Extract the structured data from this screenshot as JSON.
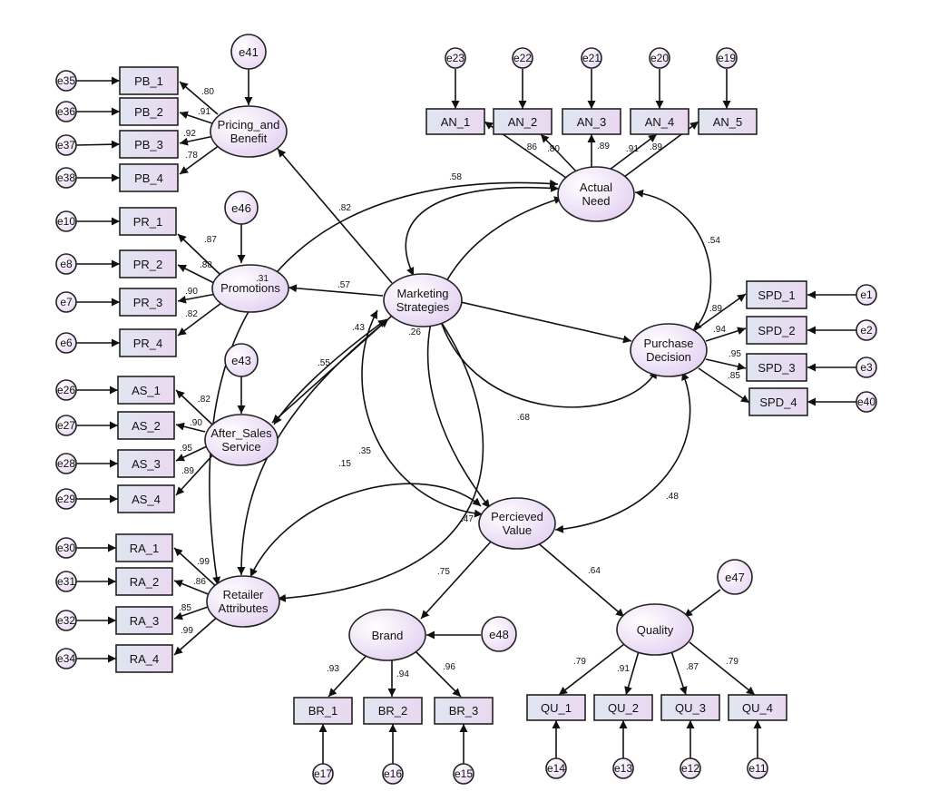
{
  "observed": {
    "PB_1": "PB_1",
    "PB_2": "PB_2",
    "PB_3": "PB_3",
    "PB_4": "PB_4",
    "PR_1": "PR_1",
    "PR_2": "PR_2",
    "PR_3": "PR_3",
    "PR_4": "PR_4",
    "AS_1": "AS_1",
    "AS_2": "AS_2",
    "AS_3": "AS_3",
    "AS_4": "AS_4",
    "RA_1": "RA_1",
    "RA_2": "RA_2",
    "RA_3": "RA_3",
    "RA_4": "RA_4",
    "AN_1": "AN_1",
    "AN_2": "AN_2",
    "AN_3": "AN_3",
    "AN_4": "AN_4",
    "AN_5": "AN_5",
    "SPD_1": "SPD_1",
    "SPD_2": "SPD_2",
    "SPD_3": "SPD_3",
    "SPD_4": "SPD_4",
    "BR_1": "BR_1",
    "BR_2": "BR_2",
    "BR_3": "BR_3",
    "QU_1": "QU_1",
    "QU_2": "QU_2",
    "QU_3": "QU_3",
    "QU_4": "QU_4"
  },
  "latent": {
    "pricing": [
      "Pricing_and",
      "Benefit"
    ],
    "promotions": [
      "Promotions"
    ],
    "aftersales": [
      "After_Sales",
      "Service"
    ],
    "retailer": [
      "Retailer",
      "Attributes"
    ],
    "marketing": [
      "Marketing",
      "Strategies"
    ],
    "actual": [
      "Actual",
      "Need"
    ],
    "purchase": [
      "Purchase",
      "Decision"
    ],
    "perceived": [
      "Percieved",
      "Value"
    ],
    "brand": [
      "Brand"
    ],
    "quality": [
      "Quality"
    ]
  },
  "errors": {
    "e35": "e35",
    "e36": "e36",
    "e37": "e37",
    "e38": "e38",
    "e10": "e10",
    "e8": "e8",
    "e7": "e7",
    "e6": "e6",
    "e26": "e26",
    "e27": "e27",
    "e28": "e28",
    "e29": "e29",
    "e30": "e30",
    "e31": "e31",
    "e32": "e32",
    "e34": "e34",
    "e23": "e23",
    "e22": "e22",
    "e21": "e21",
    "e20": "e20",
    "e19": "e19",
    "e1": "e1",
    "e2": "e2",
    "e3": "e3",
    "e40": "e40",
    "e17": "e17",
    "e16": "e16",
    "e15": "e15",
    "e14": "e14",
    "e13": "e13",
    "e12": "e12",
    "e11": "e11",
    "e41": "e41",
    "e46": "e46",
    "e43": "e43",
    "e47": "e47",
    "e48": "e48"
  },
  "loadings": {
    "pb1": ".80",
    "pb2": ".91",
    "pb3": ".92",
    "pb4": ".78",
    "pr1": ".87",
    "pr2": ".88",
    "pr3": ".90",
    "pr4": ".82",
    "as1": ".82",
    "as2": ".90",
    "as3": ".95",
    "as4": ".89",
    "ra1": ".99",
    "ra2": ".86",
    "ra3": ".85",
    "ra4": ".99",
    "an1": ".86",
    "an2": ".80",
    "an3": ".89",
    "an4": ".91",
    "an5": ".89",
    "spd1": ".89",
    "spd2": ".94",
    "spd3": ".95",
    "spd4": ".85",
    "br1": ".93",
    "br2": ".94",
    "br3": ".96",
    "qu1": ".79",
    "qu2": ".91",
    "qu3": ".87",
    "qu4": ".79"
  },
  "paths": {
    "ms_pricing": ".82",
    "ms_promotions": ".57",
    "ms_aftersales": ".55",
    "pv_brand": ".75",
    "pv_quality": ".64"
  },
  "correlations": {
    "ms_actual": ".58",
    "actual_purchase": ".54",
    "ms_purchase": ".68",
    "purchase_perceived": ".48",
    "ms_perceived": ".35",
    "retailer_perceived": ".15",
    "ms_aftersales_b": ".43",
    "ms_perceived_b": ".26",
    "retailer_actual": ".31",
    "actual_perceived": ".47"
  }
}
